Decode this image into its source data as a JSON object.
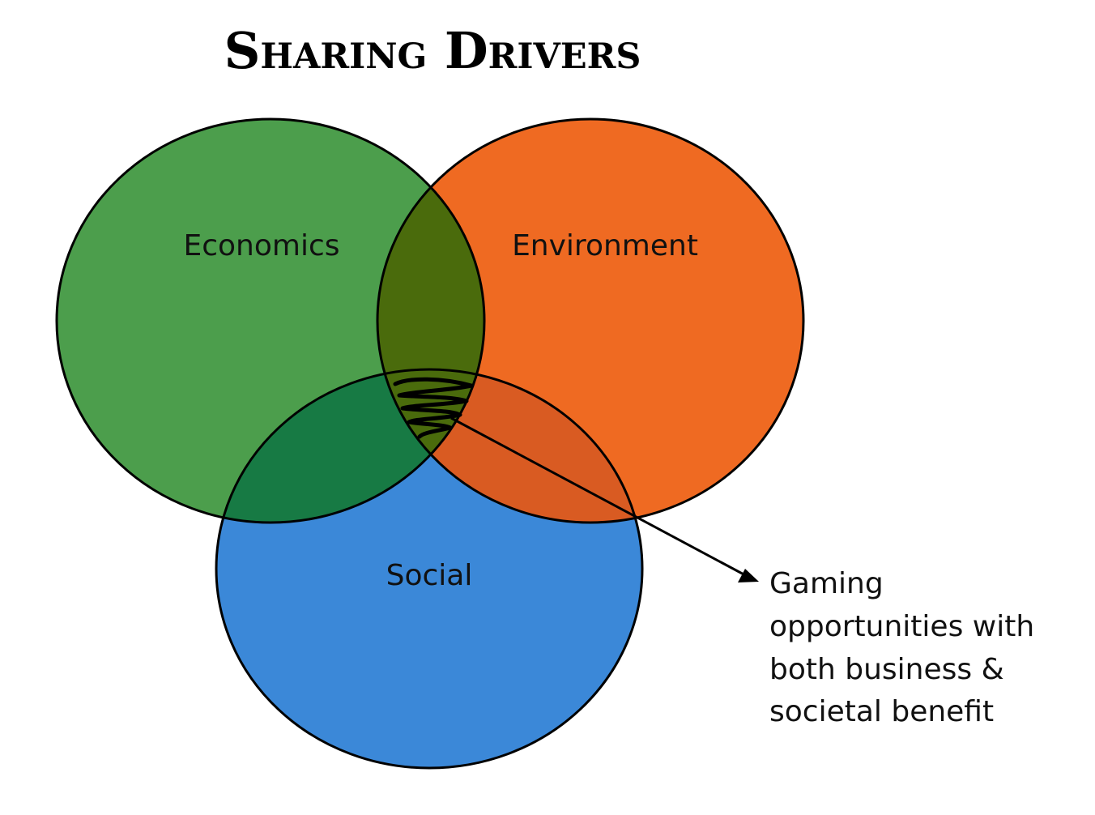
{
  "title": "Sharing Drivers",
  "circles": [
    {
      "id": "economics",
      "label": "Economics",
      "color": "#4c9e4c"
    },
    {
      "id": "environment",
      "label": "Environment",
      "color": "#ef6a22"
    },
    {
      "id": "social",
      "label": "Social",
      "color": "#3b88d8"
    }
  ],
  "callout": {
    "lines": [
      "Gaming",
      "opportunities with",
      "both business &",
      "societal benefit"
    ]
  },
  "colors": {
    "economics_environment_overlap": "#4a6b0c",
    "economics_social_overlap": "#177a44",
    "environment_social_overlap": "#d95b22",
    "outline": "#000000"
  }
}
